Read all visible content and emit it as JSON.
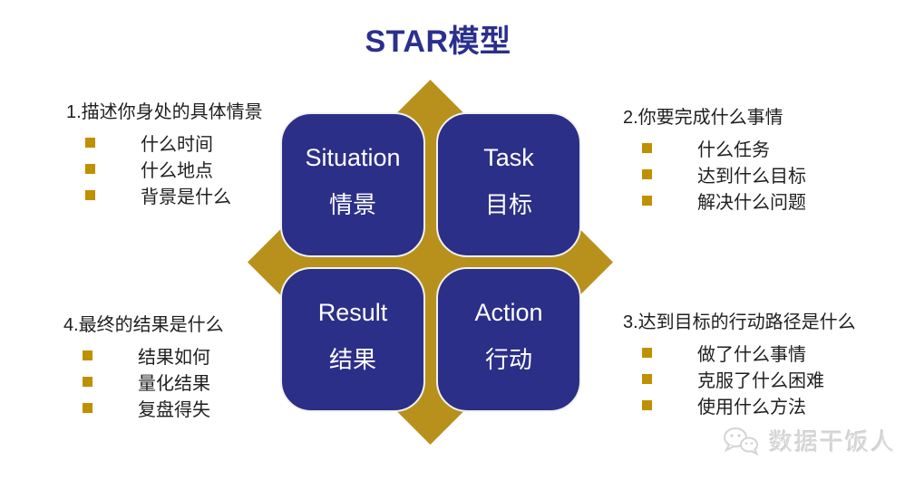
{
  "title": "STAR模型",
  "colors": {
    "navy_tile": "#2b2f87",
    "gold_diamond": "#b8911d",
    "gold_bullet": "#bf9000",
    "title_text": "#2b2f8e",
    "note_text": "#1f1f1f",
    "watermark_text": "#d9d9d9"
  },
  "quadrants": [
    {
      "en": "Situation",
      "zh": "情景"
    },
    {
      "en": "Task",
      "zh": "目标"
    },
    {
      "en": "Result",
      "zh": "结果"
    },
    {
      "en": "Action",
      "zh": "行动"
    }
  ],
  "notes": {
    "top_left": {
      "heading": "1.描述你身处的具体情景",
      "items": [
        "什么时间",
        "什么地点",
        "背景是什么"
      ]
    },
    "top_right": {
      "heading": "2.你要完成什么事情",
      "items": [
        "什么任务",
        "达到什么目标",
        "解决什么问题"
      ]
    },
    "bottom_right": {
      "heading": "3.达到目标的行动路径是什么",
      "items": [
        "做了什么事情",
        "克服了什么困难",
        "使用什么方法"
      ]
    },
    "bottom_left": {
      "heading": "4.最终的结果是什么",
      "items": [
        "结果如何",
        "量化结果",
        "复盘得失"
      ]
    }
  },
  "watermark": {
    "icon": "wechat-icon",
    "label": "数据干饭人"
  }
}
